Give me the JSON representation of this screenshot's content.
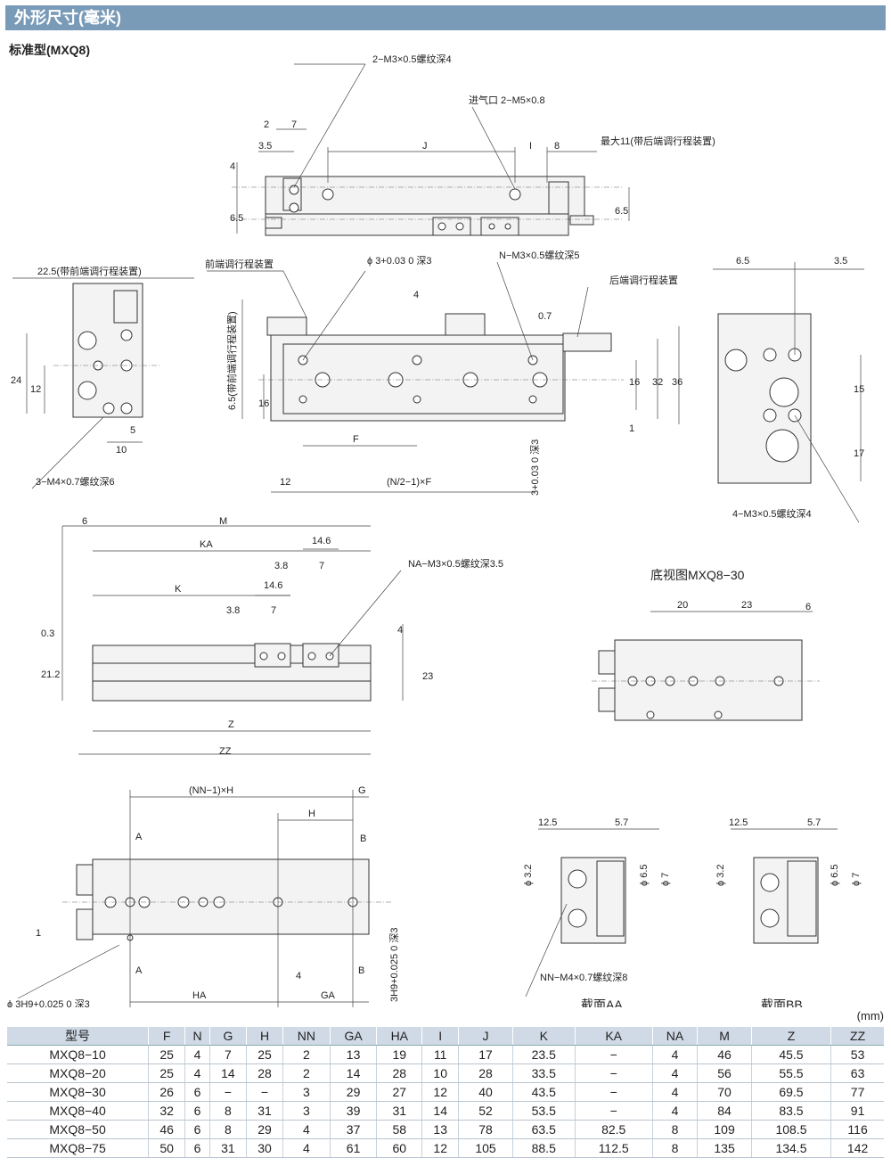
{
  "header": {
    "title": "外形尺寸(毫米)"
  },
  "subtitle": "标准型(MXQ8)",
  "labels": {
    "top_thread": "2−M3×0.5螺纹深4",
    "inlet": "进气口 2−M5×0.8",
    "max11": "最大11(带后端调行程装置)",
    "d2": "2",
    "d7a": "7",
    "d35": "3.5",
    "dJ": "J",
    "dI": "I",
    "d8": "8",
    "d4a": "4",
    "d65a": "6.5",
    "d65b": "6.5",
    "front_adj": "22.5(带前端调行程装置)",
    "front_adj2": "前端调行程装置",
    "phi3": "ϕ 3+0.03 0 深3",
    "nm3": "N−M3×0.5螺纹深5",
    "rear_adj": "后端调行程装置",
    "d4b": "4",
    "d07": "0.7",
    "d24": "24",
    "d12": "12",
    "d5": "5",
    "d10": "10",
    "m4": "3−M4×0.7螺纹深6",
    "d65c": "6.5(带前端调行程装置)",
    "d16a": "16",
    "d16b": "16",
    "d32": "32",
    "d36": "36",
    "d1a": "1",
    "dF": "F",
    "d12b": "12",
    "nf": "(N/2−1)×F",
    "d3deep": "3+0.03 0 深3",
    "r65": "6.5",
    "r35": "3.5",
    "r15": "15",
    "r17": "17",
    "m3_4": "4−M3×0.5螺纹深4",
    "d6": "6",
    "dM": "M",
    "dKA": "KA",
    "d146a": "14.6",
    "d38a": "3.8",
    "d7b": "7",
    "dK": "K",
    "d146b": "14.6",
    "d38b": "3.8",
    "d7c": "7",
    "na": "NA−M3×0.5螺纹深3.5",
    "d03": "0.3",
    "d212": "21.2",
    "d4c": "4",
    "d23": "23",
    "dZ": "Z",
    "dZZ": "ZZ",
    "bottom_title": "底视图MXQ8−30",
    "b20": "20",
    "b23": "23",
    "b6": "6",
    "nnh": "(NN−1)×H",
    "dG": "G",
    "dH": "H",
    "sA1": "A",
    "sB1": "B",
    "sA2": "A",
    "sB2": "B",
    "d1b": "1",
    "d4d": "4",
    "dHA": "HA",
    "dGA": "GA",
    "h9a": "3H9+0.025 0 深3",
    "h9b": "ϕ 3H9+0.025 0 深3",
    "s125a": "12.5",
    "s57a": "5.7",
    "s32a": "ϕ 3.2",
    "s65a": "ϕ 6.5",
    "s7a": "ϕ 7",
    "s125b": "12.5",
    "s57b": "5.7",
    "s32b": "ϕ 3.2",
    "s65b": "ϕ 6.5",
    "s7b": "ϕ 7",
    "nn_m4": "NN−M4×0.7螺纹深8",
    "secAA": "截面AA",
    "secBB": "截面BB"
  },
  "unit": "(mm)",
  "table": {
    "headers": [
      "型号",
      "F",
      "N",
      "G",
      "H",
      "NN",
      "GA",
      "HA",
      "I",
      "J",
      "K",
      "KA",
      "NA",
      "M",
      "Z",
      "ZZ"
    ],
    "rows": [
      [
        "MXQ8−10",
        "25",
        "4",
        "7",
        "25",
        "2",
        "13",
        "19",
        "11",
        "17",
        "23.5",
        "−",
        "4",
        "46",
        "45.5",
        "53"
      ],
      [
        "MXQ8−20",
        "25",
        "4",
        "14",
        "28",
        "2",
        "14",
        "28",
        "10",
        "28",
        "33.5",
        "−",
        "4",
        "56",
        "55.5",
        "63"
      ],
      [
        "MXQ8−30",
        "26",
        "6",
        "−",
        "−",
        "3",
        "29",
        "27",
        "12",
        "40",
        "43.5",
        "−",
        "4",
        "70",
        "69.5",
        "77"
      ],
      [
        "MXQ8−40",
        "32",
        "6",
        "8",
        "31",
        "3",
        "39",
        "31",
        "14",
        "52",
        "53.5",
        "−",
        "4",
        "84",
        "83.5",
        "91"
      ],
      [
        "MXQ8−50",
        "46",
        "6",
        "8",
        "29",
        "4",
        "37",
        "58",
        "13",
        "78",
        "63.5",
        "82.5",
        "8",
        "109",
        "108.5",
        "116"
      ],
      [
        "MXQ8−75",
        "50",
        "6",
        "31",
        "30",
        "4",
        "61",
        "60",
        "12",
        "105",
        "88.5",
        "112.5",
        "8",
        "135",
        "134.5",
        "142"
      ]
    ]
  }
}
